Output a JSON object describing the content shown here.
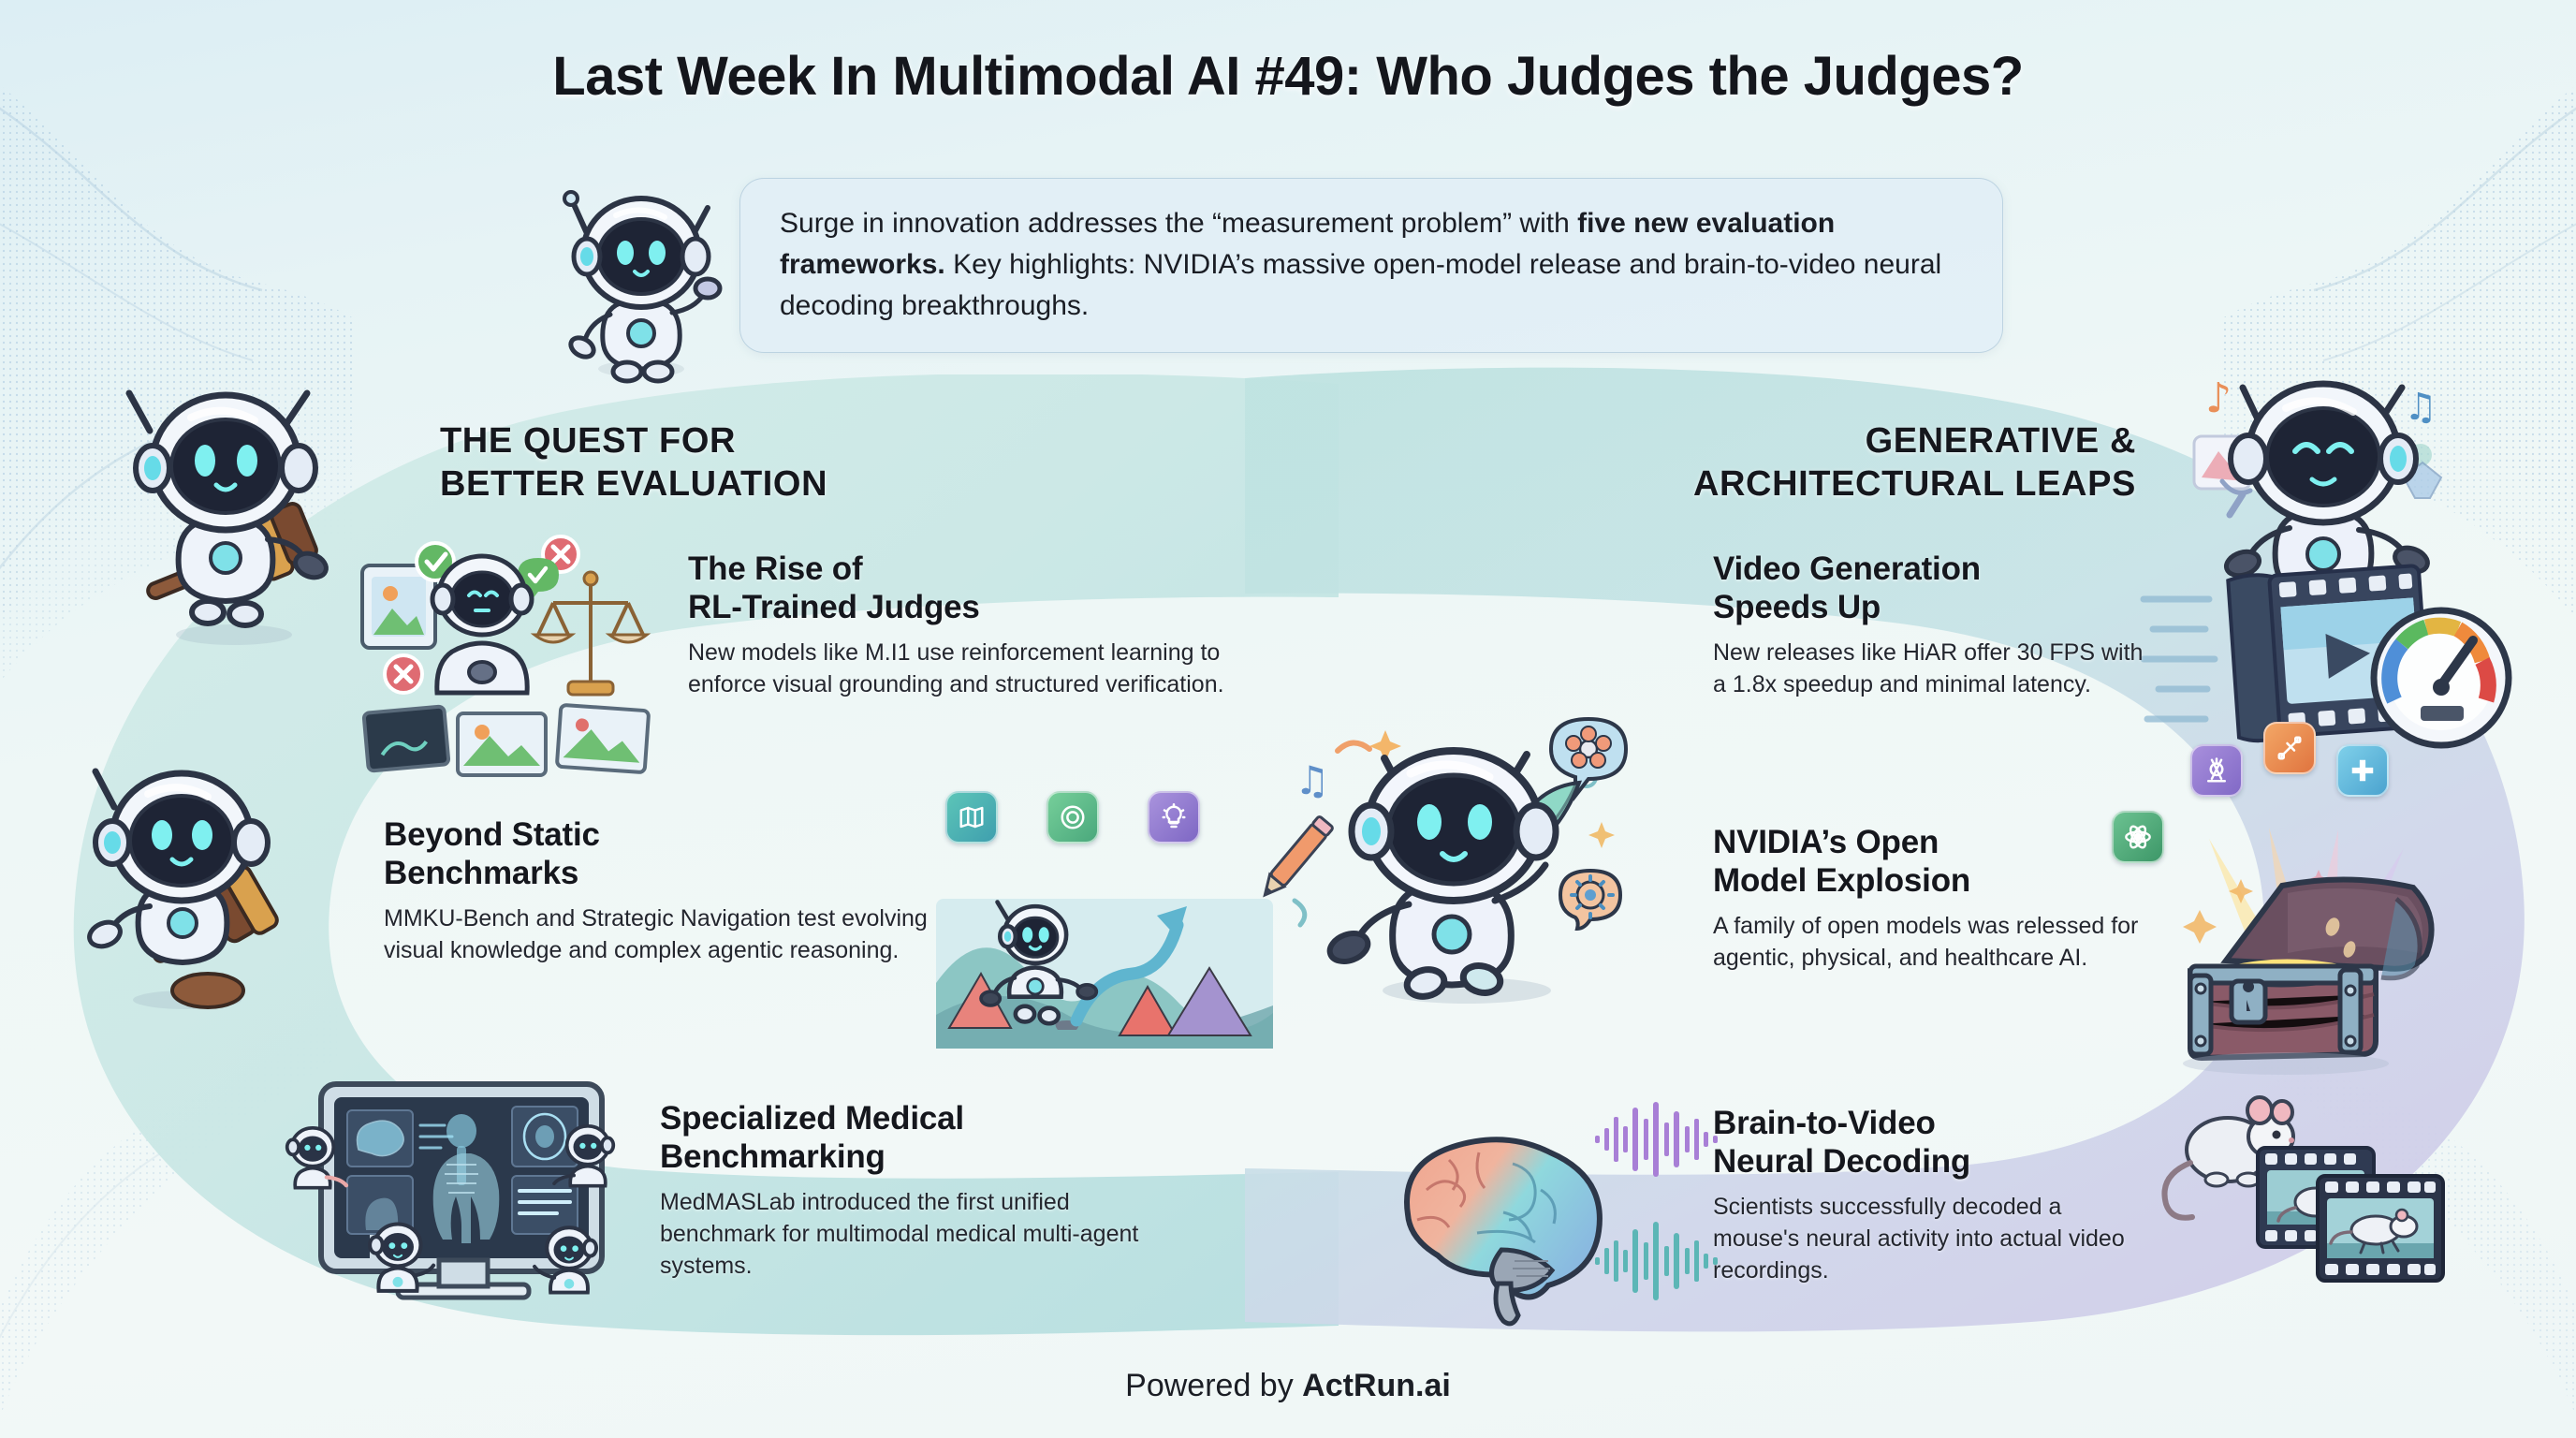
{
  "title": "Last Week In Multimodal AI #49: Who Judges the Judges?",
  "intro": {
    "part1": "Surge in innovation addresses the “measurement problem” with ",
    "bold1": "five new evaluation frameworks.",
    "part2": " Key highlights: NVIDIA’s massive open-model release and brain-to-video neural decoding breakthroughs."
  },
  "columns": {
    "left": {
      "heading_line1": "THE QUEST FOR",
      "heading_line2": "BETTER EVALUATION",
      "items": [
        {
          "title_line1": "The Rise of",
          "title_line2": "RL-Trained Judges",
          "body": "New models like M.I1 use reinforcement learning to enforce visual grounding and structured verification."
        },
        {
          "title_line1": "Beyond Static",
          "title_line2": "Benchmarks",
          "body": "MMKU-Bench and Strategic Navigation test evolving visual knowledge and complex agentic reasoning."
        },
        {
          "title_line1": "Specialized Medical",
          "title_line2": "Benchmarking",
          "body": "MedMASLab introduced the first unified benchmark for multimodal medical multi-agent systems."
        }
      ]
    },
    "right": {
      "heading_line1": "GENERATIVE &",
      "heading_line2": "ARCHITECTURAL LEAPS",
      "items": [
        {
          "title_line1": "Video Generation",
          "title_line2": "Speeds Up",
          "body": "New releases like HiAR offer 30 FPS with a 1.8x speedup and minimal latency."
        },
        {
          "title_line1": "NVIDIA’s Open",
          "title_line2": "Model Explosion",
          "body": "A family of open models was relessed for agentic, physical, and healthcare AI."
        },
        {
          "title_line1": "Brain-to-Video",
          "title_line2": "Neural Decoding",
          "body": "Scientists successfully decoded a mouse's neural activity into actual video recordings."
        }
      ]
    }
  },
  "footer": {
    "prefix": "Powered by ",
    "brand": "ActRun.ai"
  },
  "colors": {
    "page_bg_top": "#dceef4",
    "page_bg_bottom": "#eef6f6",
    "left_panel": "#cfe9e6",
    "right_panel_top": "#bfe2e0",
    "right_panel_bottom": "#cfcde8",
    "intro_box_bg": "#e1eef6",
    "intro_box_border": "#b0c9d9",
    "text_dark": "#15171d",
    "accent_teal": "#5bc8d8",
    "accent_purple": "#9b8fd4",
    "check_green": "#5fb95f",
    "cross_red": "#df6b72",
    "wave_line": "#a8c6dd"
  },
  "icons": {
    "left_scene_1": [
      "image-card-icon",
      "check-badge-icon",
      "cross-badge-icon",
      "scales-of-justice-icon",
      "judge-robot-icon",
      "tablet-icon"
    ],
    "left_scene_2": [
      "map-badge-icon",
      "target-badge-icon",
      "lightbulb-badge-icon",
      "mountain-path-icon",
      "up-arrow-icon",
      "explorer-robot-icon"
    ],
    "left_scene_3": [
      "monitor-icon",
      "anatomy-scan-icon",
      "brain-scan-icon",
      "medical-robot-icon"
    ],
    "right_scene_1": [
      "film-strip-icon",
      "play-icon",
      "speedometer-icon",
      "speed-lines-icon"
    ],
    "right_scene_2": [
      "treasure-chest-icon",
      "atom-badge-icon",
      "robot-arm-badge-icon",
      "medical-cross-badge-icon",
      "microscope-badge-icon",
      "sparkle-icon"
    ],
    "right_scene_3": [
      "brain-icon",
      "audio-waveform-icon",
      "mouse-icon",
      "film-frame-icon"
    ],
    "mascots": [
      "gavel-robot-icon",
      "headphone-robot-icon",
      "waving-robot-icon",
      "artist-robot-icon",
      "music-robot-icon"
    ]
  }
}
